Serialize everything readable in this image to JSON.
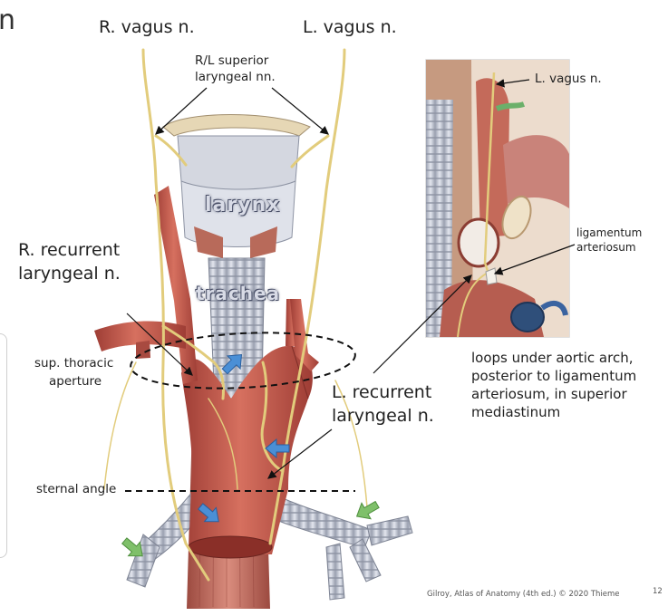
{
  "title_fragment": "n",
  "labels": {
    "r_vagus": "R. vagus n.",
    "l_vagus": "L. vagus n.",
    "superior_laryngeal_line1": "R/L superior",
    "superior_laryngeal_line2": "laryngeal nn.",
    "larynx": "larynx",
    "trachea": "trachea",
    "r_recurrent_line1": "R. recurrent",
    "r_recurrent_line2": "laryngeal n.",
    "sup_thoracic_line1": "sup. thoracic",
    "sup_thoracic_line2": "aperture",
    "l_recurrent_line1": "L. recurrent",
    "l_recurrent_line2": "laryngeal n.",
    "sternal_angle": "sternal angle"
  },
  "inset": {
    "l_vagus": "L. vagus n.",
    "ligamentum_line1": "ligamentum",
    "ligamentum_line2": "arteriosum"
  },
  "notes": {
    "line1": "loops under aortic arch,",
    "line2": "posterior to ligamentum",
    "line3": "arteriosum, in superior",
    "line4": "mediastinum"
  },
  "footer": {
    "credit": "Gilroy, Atlas of Anatomy (4th ed.) © 2020 Thieme",
    "page_number": "12"
  },
  "colors": {
    "nerve": "#e8d58a",
    "artery": "#c95a4e",
    "trachea": "#c9ccd6",
    "callout_arrow": "#4a8fd6",
    "bronchus_arrow": "#7fc06a"
  }
}
